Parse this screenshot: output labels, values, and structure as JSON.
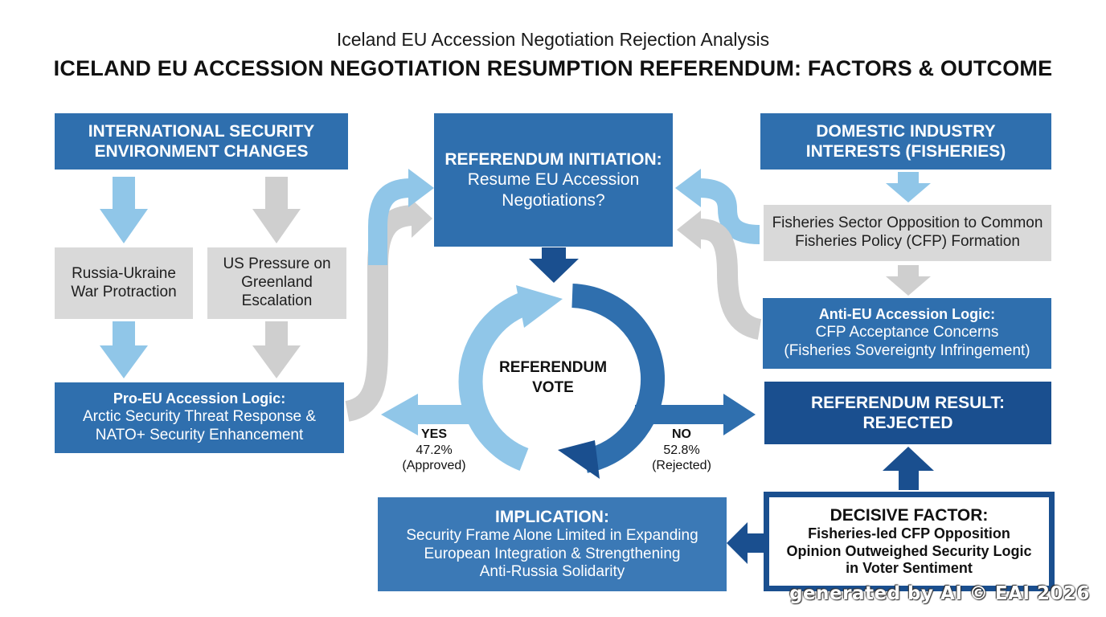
{
  "header": {
    "subtitle": "Iceland EU Accession Negotiation Rejection Analysis",
    "title": "ICELAND EU ACCESSION NEGOTIATION RESUMPTION REFERENDUM: FACTORS & OUTCOME"
  },
  "left": {
    "security_header": [
      "INTERNATIONAL SECURITY",
      "ENVIRONMENT CHANGES"
    ],
    "russia": [
      "Russia-Ukraine",
      "War Protraction"
    ],
    "us": [
      "US Pressure on",
      "Greenland",
      "Escalation"
    ],
    "pro_eu_title": "Pro-EU Accession Logic:",
    "pro_eu_body": [
      "Arctic Security Threat Response &",
      "NATO+ Security Enhancement"
    ]
  },
  "center": {
    "initiation_title": "REFERENDUM INITIATION:",
    "initiation_body": [
      "Resume EU Accession",
      "Negotiations?"
    ],
    "vote": [
      "REFERENDUM",
      "VOTE"
    ],
    "yes": {
      "label": "YES",
      "pct": "47.2%",
      "note": "(Approved)"
    },
    "no": {
      "label": "NO",
      "pct": "52.8%",
      "note": "(Rejected)"
    },
    "implication_title": "IMPLICATION:",
    "implication_body": [
      "Security Frame Alone Limited in Expanding",
      "European Integration & Strengthening",
      "Anti-Russia Solidarity"
    ]
  },
  "right": {
    "industry_header": [
      "DOMESTIC INDUSTRY",
      "INTERESTS (FISHERIES)"
    ],
    "fisheries_opp": [
      "Fisheries Sector Opposition to Common",
      "Fisheries Policy (CFP) Formation"
    ],
    "anti_eu_title": "Anti-EU Accession Logic:",
    "anti_eu_body": [
      "CFP Acceptance Concerns",
      "(Fisheries Sovereignty Infringement)"
    ],
    "result": [
      "REFERENDUM RESULT:",
      "REJECTED"
    ],
    "decisive_title": "DECISIVE FACTOR:",
    "decisive_body": [
      "Fisheries-led CFP Opposition",
      "Opinion Outweighed Security Logic",
      "in Voter Sentiment"
    ]
  },
  "footer": {
    "watermark": "generated by AI © EAI 2026"
  },
  "colors": {
    "blue": "#2f6fae",
    "navy": "#1a4f8f",
    "light_blue": "#90c6e8",
    "grey": "#d9d9d9"
  }
}
